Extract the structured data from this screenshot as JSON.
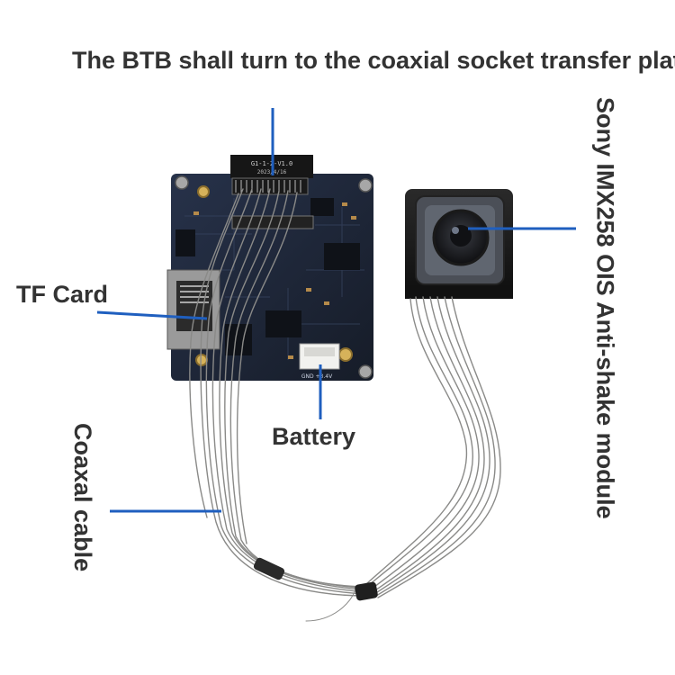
{
  "labels": {
    "btb": "The BTB shall turn to the coaxial socket transfer plate",
    "tf_card": "TF Card",
    "battery": "Battery",
    "sensor": "Sony IMX258 OIS Anti-shake module",
    "coaxial": "Coaxal cable"
  },
  "connector_silkscreen": {
    "line1": "G1-1-Z-V1.0",
    "line2": "2023/4/16"
  },
  "battery_pad_silkscreen": "GND +3.4V",
  "colors": {
    "leader": "#1f5fbf",
    "label_text": "#333333",
    "pcb": "#1d2533"
  }
}
